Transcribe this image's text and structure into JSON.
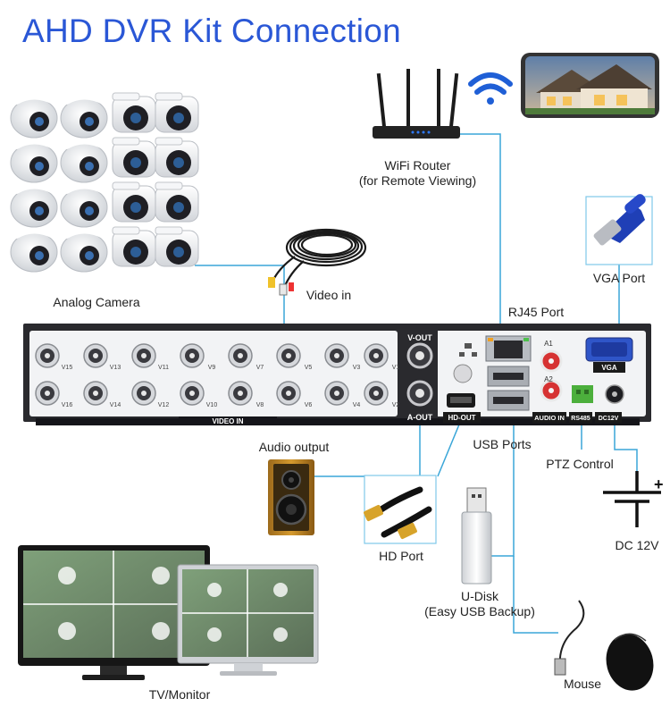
{
  "title": "AHD DVR Kit Connection",
  "labels": {
    "wifi_router_line1": "WiFi Router",
    "wifi_router_line2": "(for Remote Viewing)",
    "analog_camera": "Analog Camera",
    "video_in": "Video in",
    "vga_port": "VGA Port",
    "rj45_port": "RJ45 Port",
    "audio_output": "Audio output",
    "usb_ports": "USB Ports",
    "ptz_control": "PTZ Control",
    "dc_12v": "DC 12V",
    "hd_port": "HD Port",
    "u_disk_line1": "U-Disk",
    "u_disk_line2": "(Easy USB Backup)",
    "mouse": "Mouse",
    "tv_monitor": "TV/Monitor"
  },
  "panel": {
    "bnc_top": [
      "V15",
      "V13",
      "V11",
      "V9",
      "V7",
      "V5",
      "V3",
      "V1"
    ],
    "bnc_bottom": [
      "V16",
      "V14",
      "V12",
      "V10",
      "V8",
      "V6",
      "V4",
      "V2"
    ],
    "video_in": "VIDEO IN",
    "v_out": "V-OUT",
    "a_out": "A-OUT",
    "hd_out": "HD-OUT",
    "audio_in": "AUDIO IN",
    "a1": "A1",
    "a2": "A2",
    "rs485": "RS485",
    "dc12v": "DC12V",
    "vga": "VGA",
    "plug_sign": "+"
  },
  "colors": {
    "title": "#2a57d6",
    "wire": "#3aa6d8",
    "dvr_body": "#2a2a2e",
    "panel_face": "#f2f3f5",
    "wifi": "#1f5fd6"
  },
  "icons": [
    "wifi-icon",
    "router-icon",
    "house-photo-icon",
    "dome-camera-icon",
    "bullet-camera-icon",
    "cable-coil-icon",
    "vga-cable-icon",
    "speaker-icon",
    "hdmi-cable-icon",
    "usb-disk-icon",
    "mouse-icon",
    "monitor-icon",
    "dc-power-symbol-icon"
  ]
}
